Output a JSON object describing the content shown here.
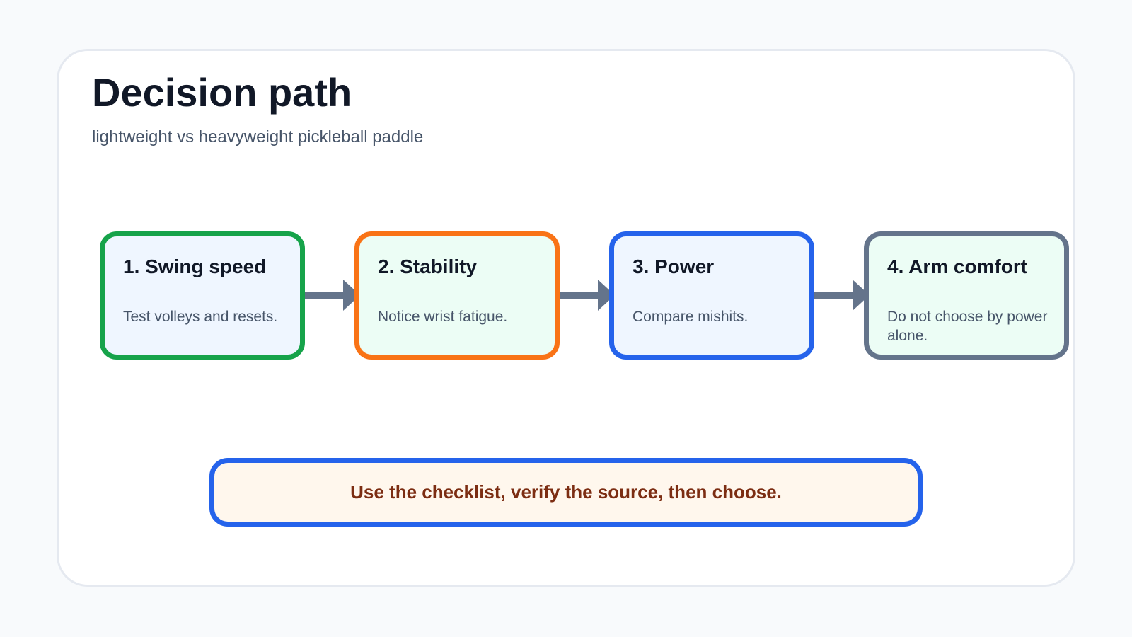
{
  "diagram": {
    "title": "Decision path",
    "subtitle": "lightweight vs heavyweight pickleball paddle",
    "steps": [
      {
        "title": "1. Swing speed",
        "description": "Test volleys and resets.",
        "border_color": "#16a34a",
        "fill_color": "#eff6ff"
      },
      {
        "title": "2. Stability",
        "description": "Notice wrist fatigue.",
        "border_color": "#f97316",
        "fill_color": "#ecfdf5"
      },
      {
        "title": "3. Power",
        "description": "Compare mishits.",
        "border_color": "#2563eb",
        "fill_color": "#eff6ff"
      },
      {
        "title": "4. Arm comfort",
        "description": "Do not choose by power alone.",
        "border_color": "#64748b",
        "fill_color": "#ecfdf5"
      }
    ],
    "connector_color": "#64748b",
    "summary": {
      "text": "Use the checklist, verify the source, then choose.",
      "border_color": "#2563eb",
      "fill_color": "#fff7ed",
      "text_color": "#7c2d12"
    }
  }
}
